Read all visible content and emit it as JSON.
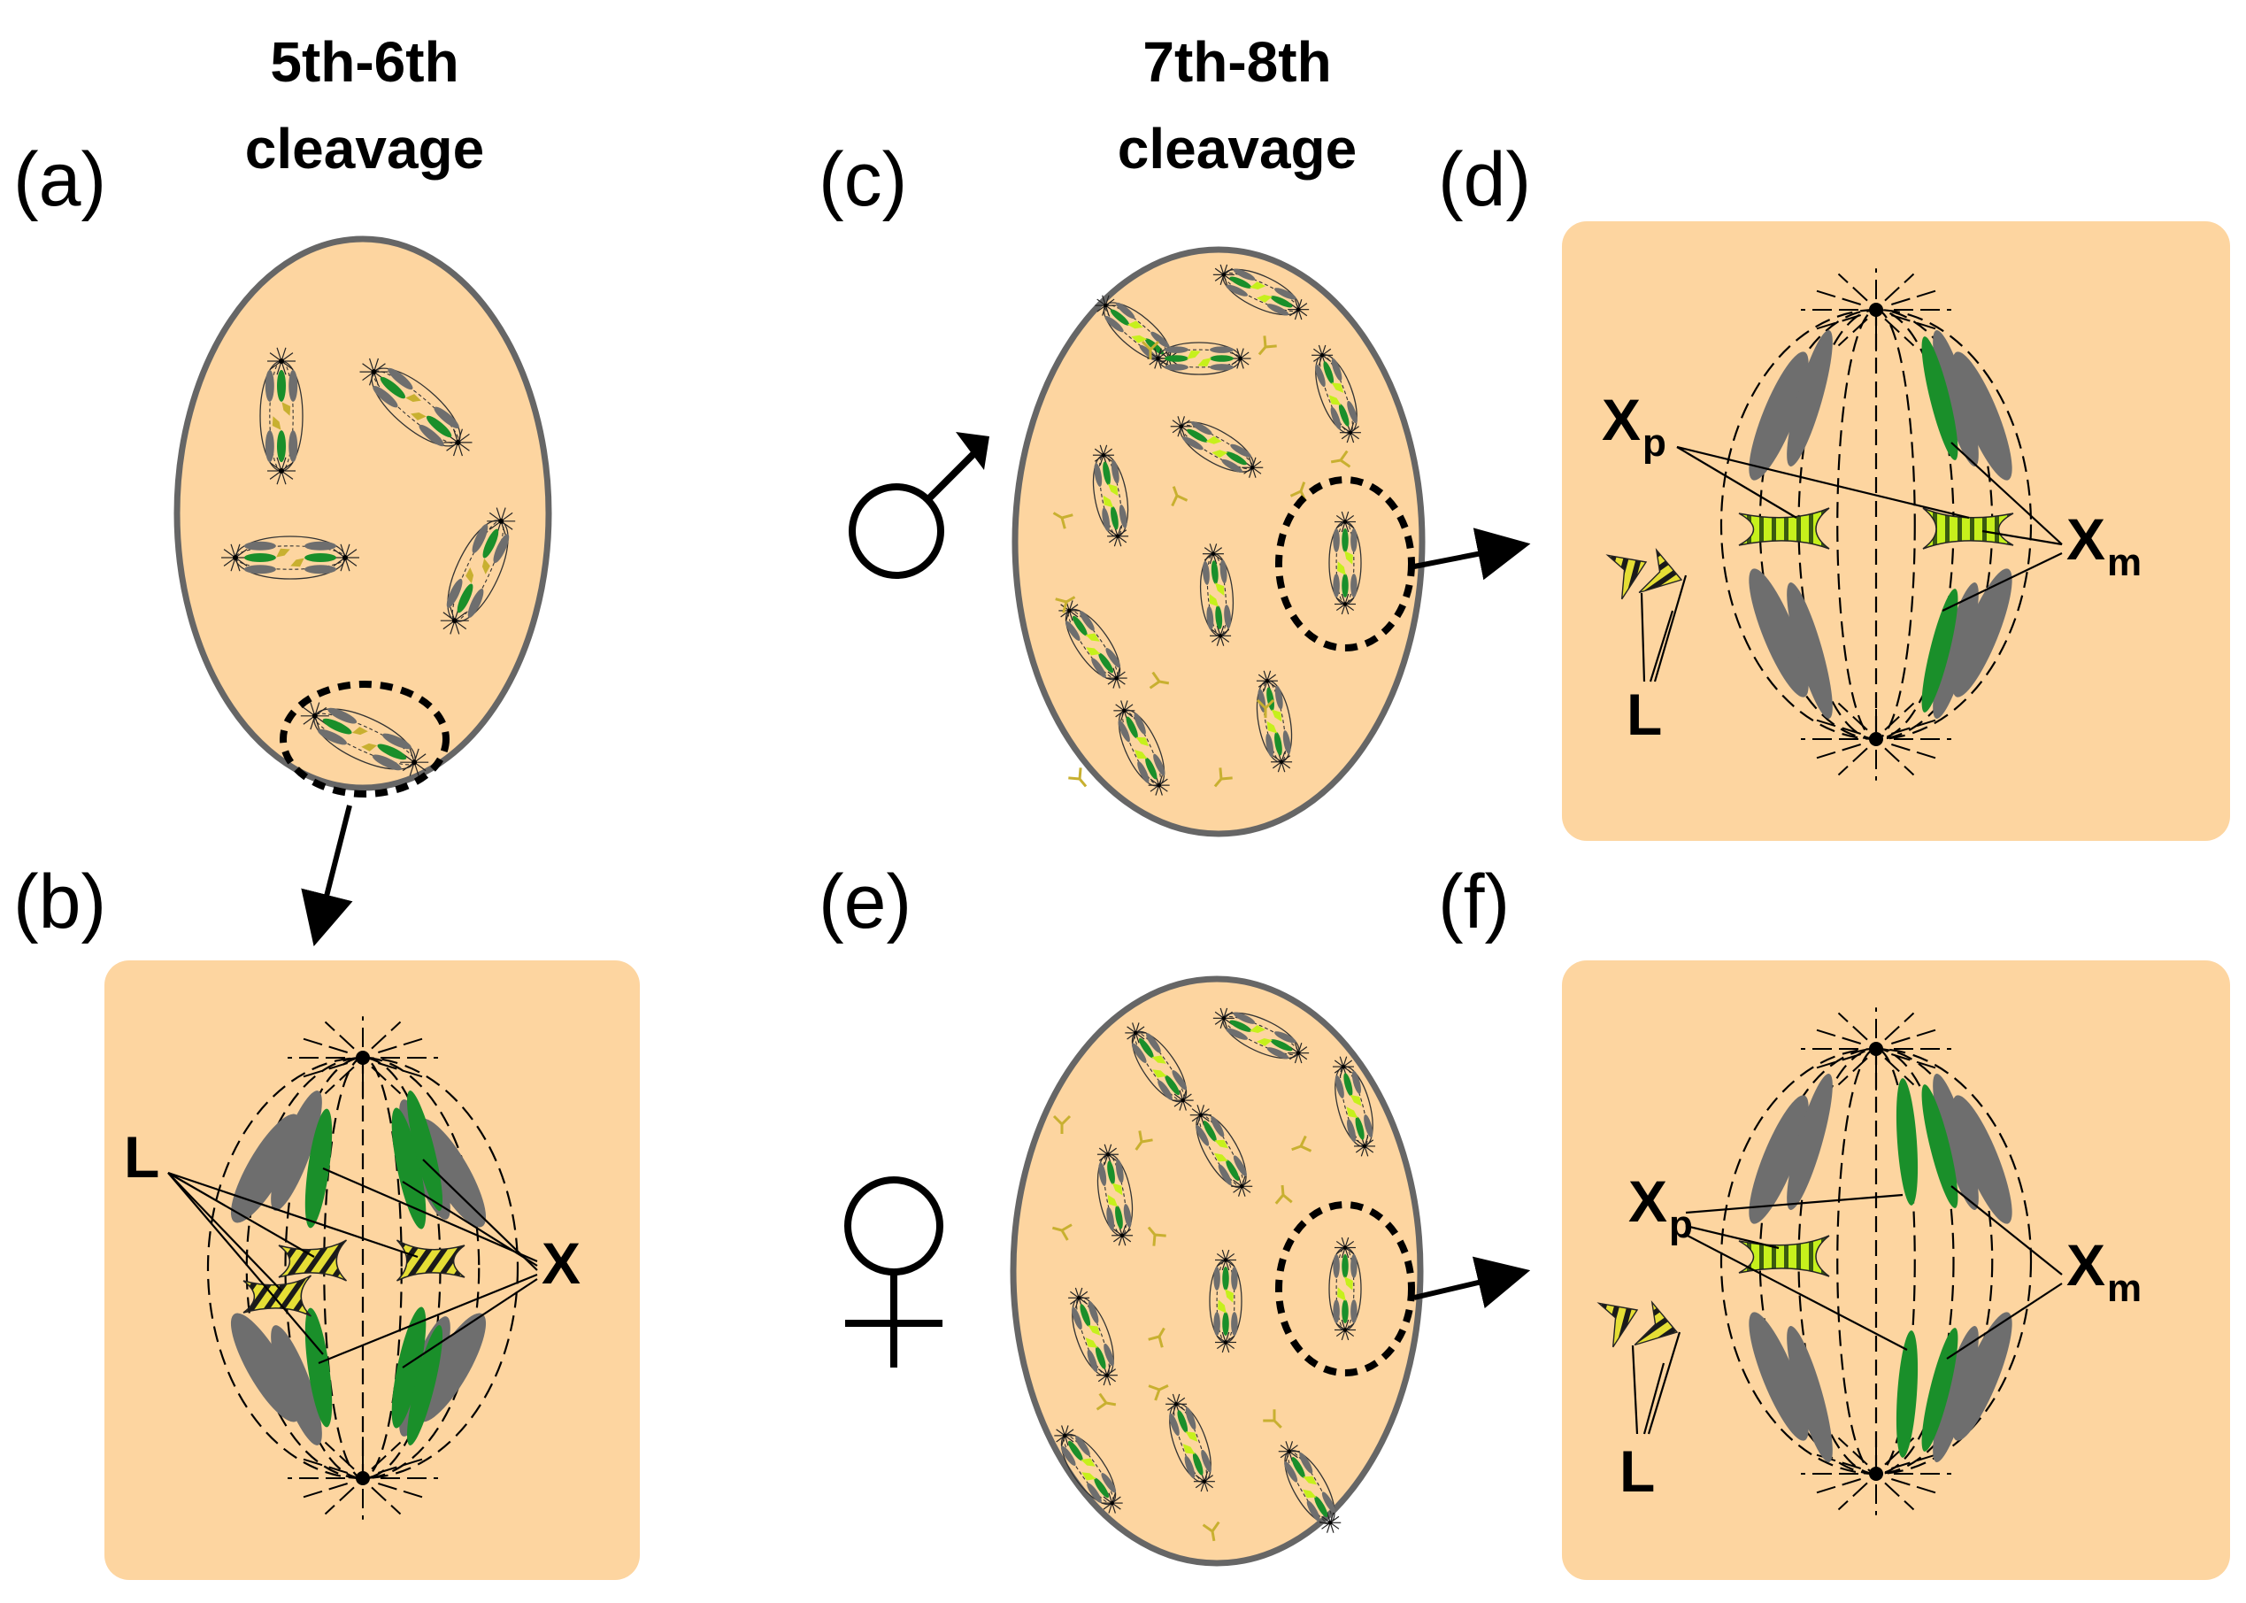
{
  "panels": {
    "a": "(a)",
    "b": "(b)",
    "c": "(c)",
    "d": "(d)",
    "e": "(e)",
    "f": "(f)"
  },
  "titles": {
    "early_line1": "5th-6th",
    "early_line2": "cleavage",
    "late_line1": "7th-8th",
    "late_line2": "cleavage"
  },
  "symbols": {
    "male": "male-symbol",
    "female": "female-symbol"
  },
  "labels": {
    "b_L": "L",
    "b_X": "X",
    "d_X": "X",
    "d_p": "p",
    "d_m": "m",
    "d_L": "L",
    "f_X": "X",
    "f_p": "p",
    "f_m": "m",
    "f_L": "L"
  },
  "colors": {
    "egg": "#fdd5a0",
    "egg_outline": "#666666",
    "autosome": "#6e6e6e",
    "x_chromosome": "#1a8f2a",
    "eliminated": "#c8b030",
    "xp_stripe": "#c6f01c",
    "l_stripe": "#e5de35",
    "stripe_dark": "#1a1a1a"
  }
}
